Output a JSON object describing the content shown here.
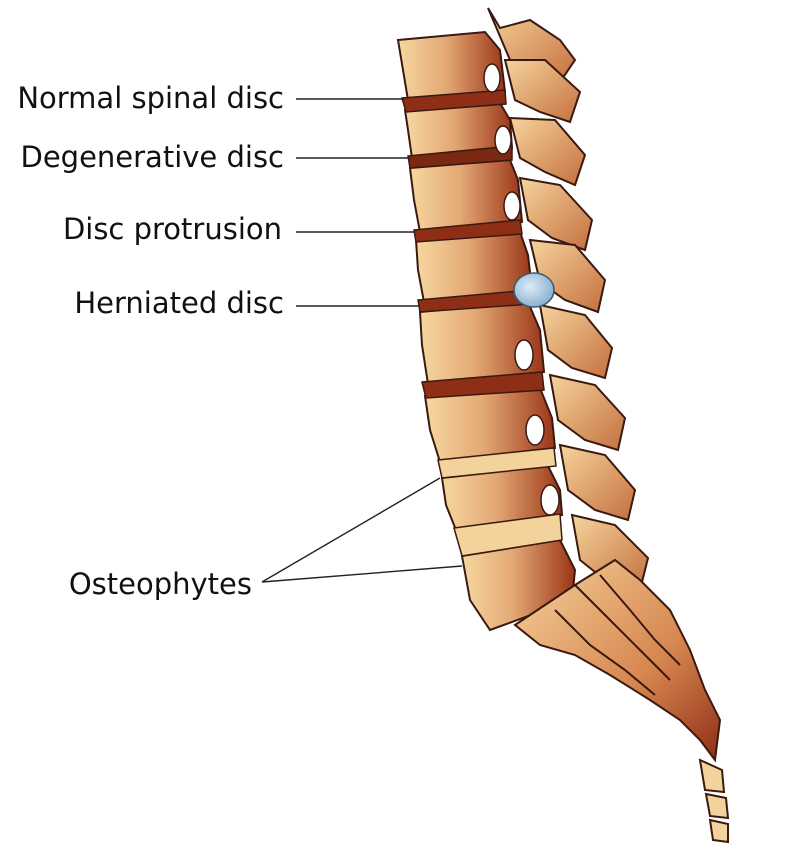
{
  "labels": {
    "normal": "Normal spinal disc",
    "degenerative": "Degenerative disc",
    "protrusion": "Disc protrusion",
    "herniated": "Herniated disc",
    "osteophytes": "Osteophytes"
  },
  "colors": {
    "bone_light": "#f5d29a",
    "bone_mid": "#d9915e",
    "bone_dark": "#8e2e16",
    "outline": "#3a1a10",
    "herniation": "#a9cde6",
    "leader": "#222222"
  }
}
